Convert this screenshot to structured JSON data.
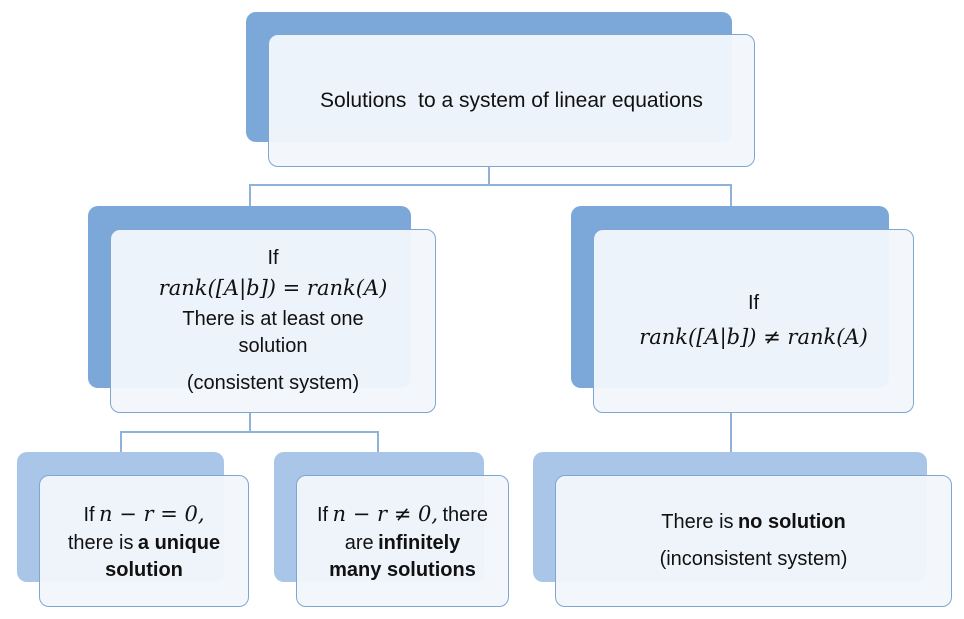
{
  "root": {
    "text": "Solutions  to a system of linear equations"
  },
  "left": {
    "if_label": "If",
    "condition": "rank([A|b]) = rank(A)",
    "desc_line1": "There is at least one",
    "desc_line2": "solution",
    "note": "(consistent system)"
  },
  "right": {
    "if_label": "If",
    "condition": "rank([A|b]) ≠ rank(A)"
  },
  "unique": {
    "prefix": "If",
    "condition": "n − r = 0,",
    "line2_plain": "there is",
    "line2_bold": "a unique",
    "line3_bold": "solution"
  },
  "infinite": {
    "prefix": "If",
    "condition": "n − r ≠ 0,",
    "suffix": "there",
    "line2_plain": "are",
    "line2_bold": "infinitely",
    "line3_bold": "many solutions"
  },
  "none": {
    "plain": "There is",
    "bold": "no solution",
    "note": "(inconsistent system)"
  },
  "colors": {
    "level1_shadow": "#7ba8d8",
    "level2_shadow": "#a9c6e8",
    "box_border": "#7fa6d3",
    "box_fill": "#f2f7fc",
    "connector": "#8fb2d8"
  }
}
